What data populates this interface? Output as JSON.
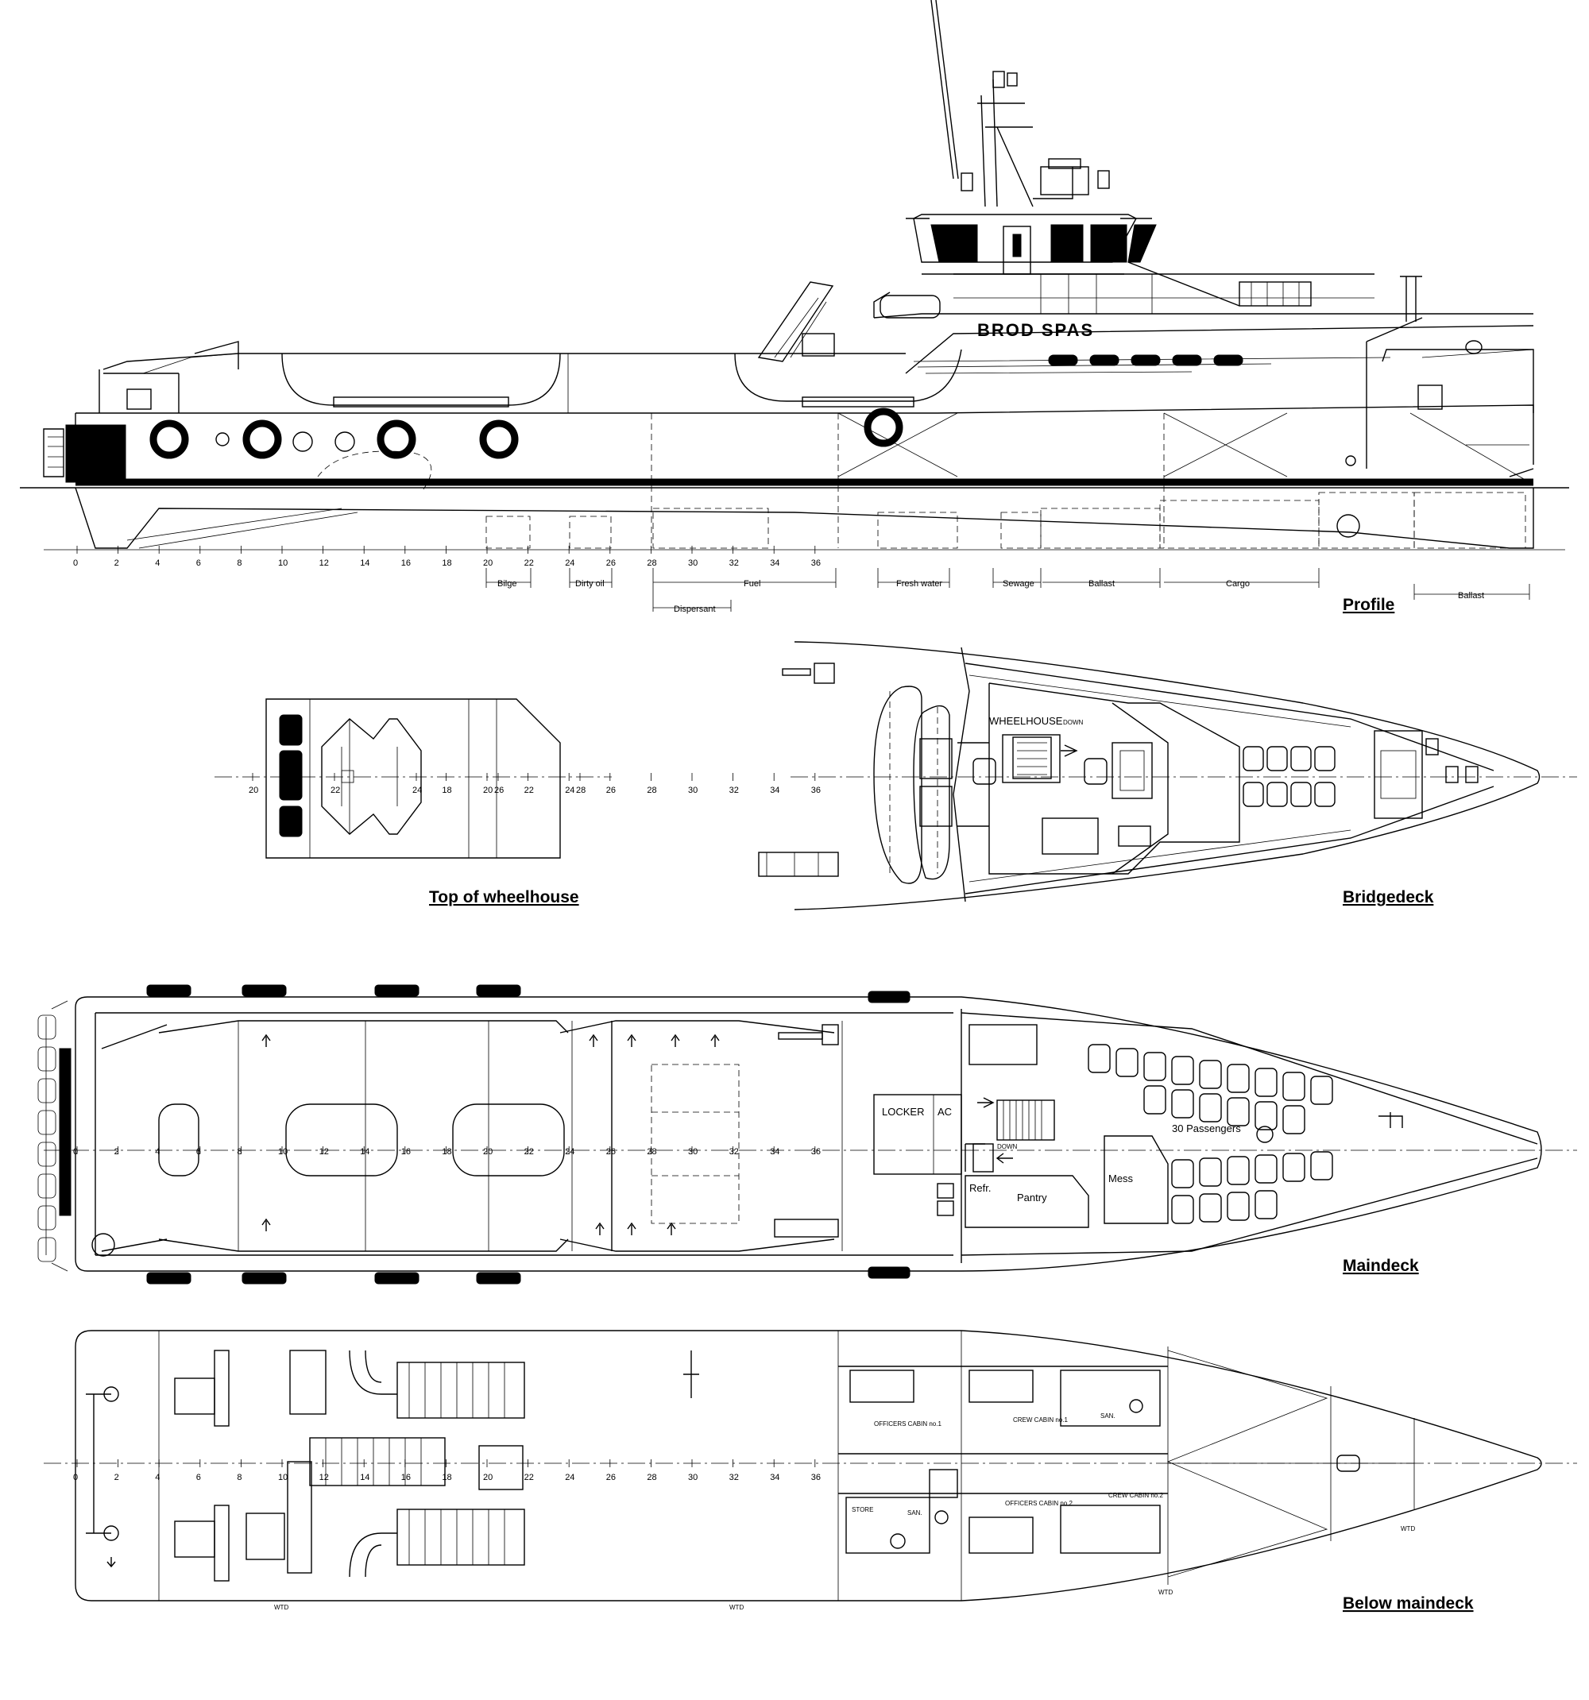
{
  "views": {
    "profile": "Profile",
    "top_of_wheelhouse": "Top of wheelhouse",
    "bridgedeck": "Bridgedeck",
    "maindeck": "Maindeck",
    "below_maindeck": "Below maindeck"
  },
  "logo_text": "BROD SPAS",
  "frame_numbers": [
    "0",
    "2",
    "4",
    "6",
    "8",
    "10",
    "12",
    "14",
    "16",
    "18",
    "20",
    "22",
    "24",
    "26",
    "28",
    "30",
    "32",
    "34",
    "36"
  ],
  "wheelhouse_top_frames": [
    "20",
    "22",
    "24",
    "26",
    "28"
  ],
  "tanks": {
    "bilge": "Bilge",
    "dirty_oil": "Dirty oil",
    "fuel": "Fuel",
    "dispersant": "Dispersant",
    "fresh_water": "Fresh water",
    "sewage": "Sewage",
    "ballast": "Ballast",
    "cargo": "Cargo",
    "ballast_aft": "Ballast"
  },
  "rooms": {
    "wheelhouse": "WHEELHOUSE",
    "down_bridge": "DOWN",
    "locker": "LOCKER",
    "ac": "AC",
    "down_main": "DOWN",
    "refr": "Refr.",
    "pantry": "Pantry",
    "mess": "Mess",
    "passengers": "30 Passengers",
    "officers_cabin_1": "OFFICERS CABIN no.1",
    "crew_cabin_1": "CREW CABIN no.1",
    "officers_cabin_2": "OFFICERS CABIN no.2",
    "crew_cabin_2": "CREW CABIN no.2",
    "store": "STORE",
    "san_1": "SAN.",
    "san_2": "SAN.",
    "wtd_1": "WTD",
    "wtd_2": "WTD",
    "wtd_3": "WTD",
    "wtd_4": "WTD"
  }
}
